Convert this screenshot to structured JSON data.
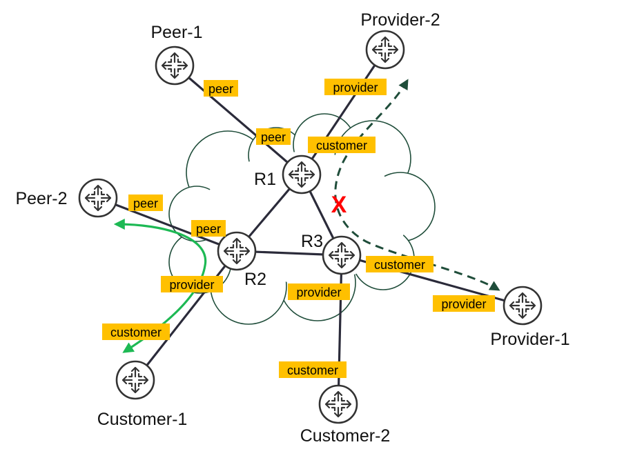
{
  "nodes": {
    "peer1": "Peer-1",
    "peer2": "Peer-2",
    "provider1": "Provider-1",
    "provider2": "Provider-2",
    "customer1": "Customer-1",
    "customer2": "Customer-2",
    "r1": "R1",
    "r2": "R2",
    "r3": "R3"
  },
  "link_tags": {
    "peer1_peer": "peer",
    "r1_peer": "peer",
    "provider2_provider": "provider",
    "r1_customer": "customer",
    "peer2_peer": "peer",
    "r2_peer": "peer",
    "r2_provider": "provider",
    "customer1_customer": "customer",
    "r3_customer": "customer",
    "r3_provider": "provider",
    "provider1_provider": "provider",
    "customer2_customer": "customer"
  },
  "failure_mark": "X",
  "colors": {
    "tag": "#FFC000",
    "link": "#2b2b3a",
    "cloud_outline": "#1f4d3a",
    "allowed_path": "#1DB954",
    "blocked_path": "#1f4d3a",
    "failure": "#FF0000"
  }
}
